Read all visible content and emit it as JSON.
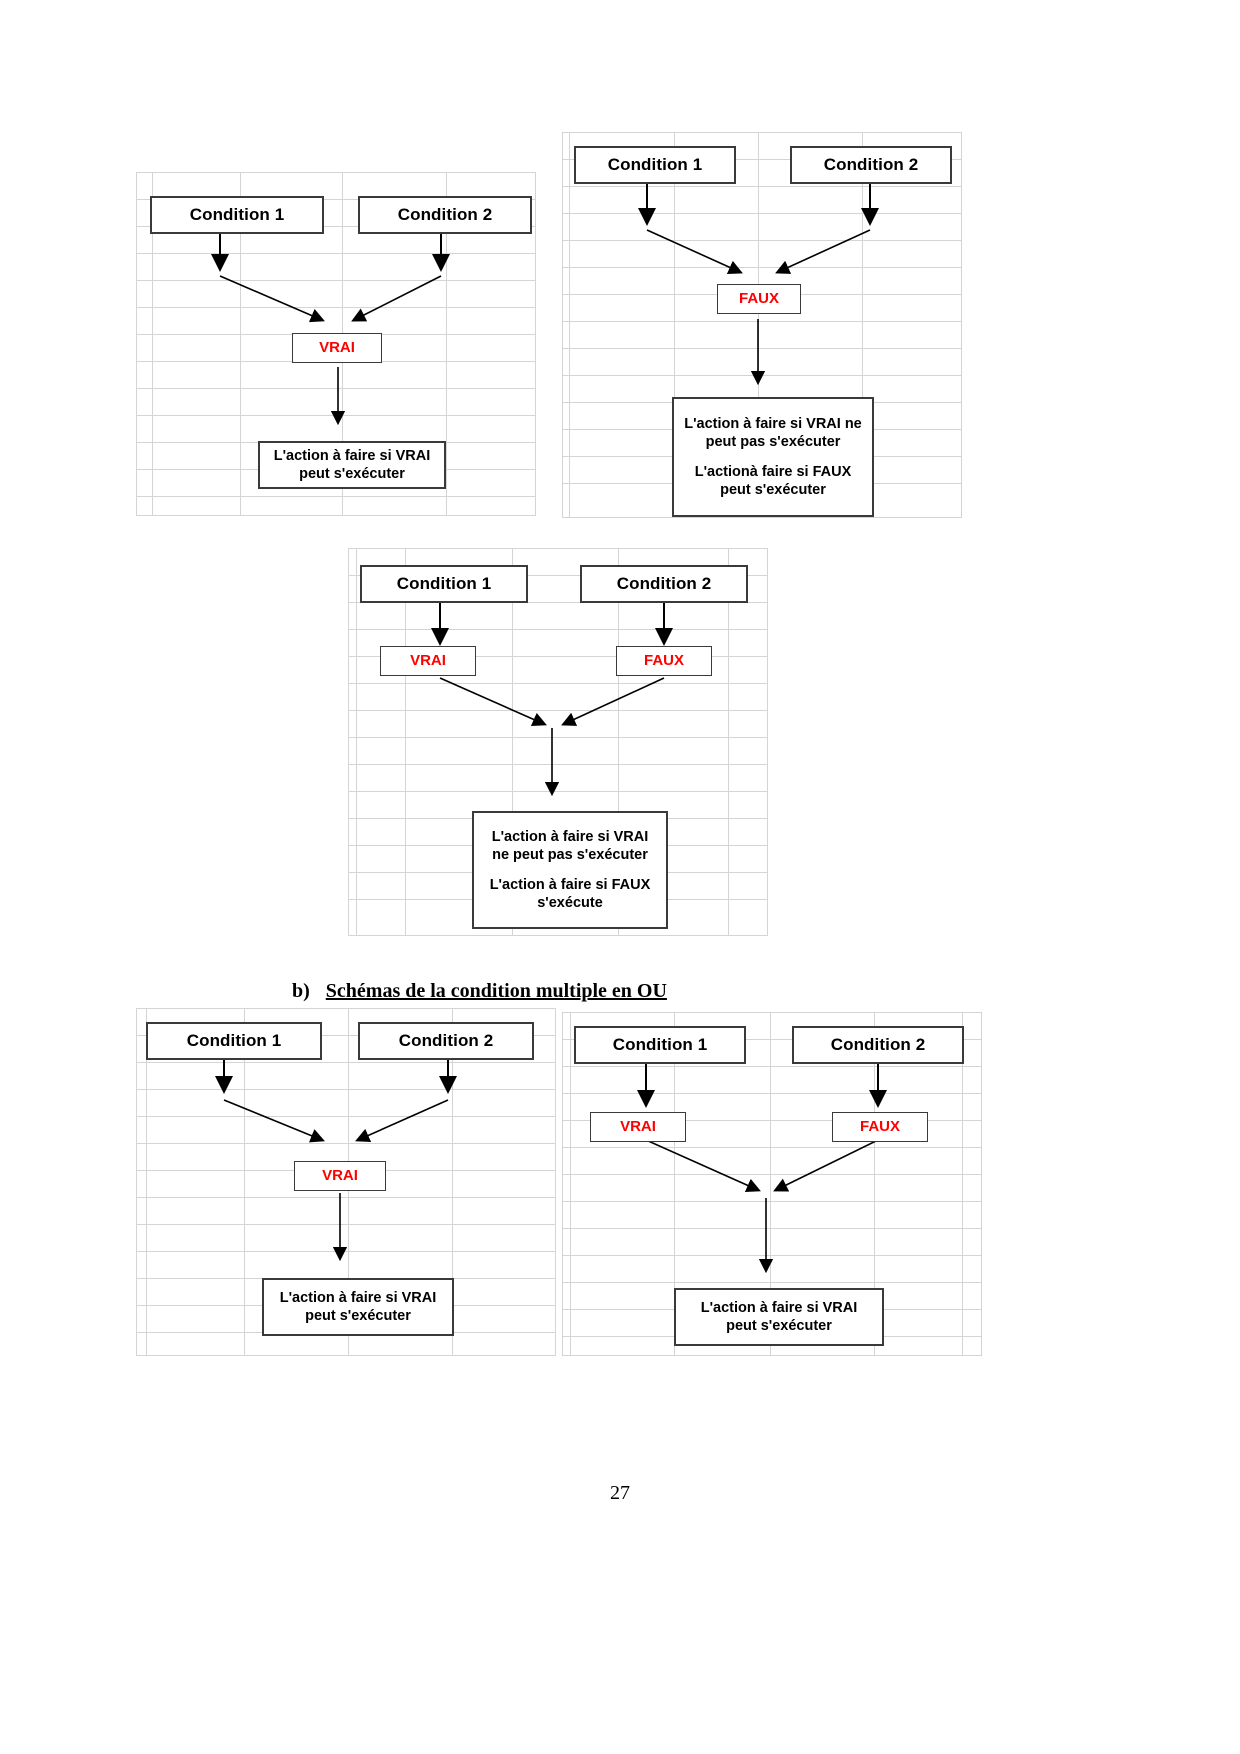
{
  "page": {
    "number": "27",
    "heading": {
      "label": "b)",
      "text": "Schémas de la condition multiple en OU"
    }
  },
  "labels": {
    "condition_1": "Condition 1",
    "condition_2": "Condition 2",
    "vrai": "VRAI",
    "faux": "FAUX"
  },
  "diagrams": [
    {
      "id": "et-vrai",
      "nodes": {
        "cond1": "Condition 1",
        "cond2": "Condition 2",
        "result": "VRAI",
        "action_line1": "L'action à faire si VRAI",
        "action_line2": "peut s'exécuter"
      }
    },
    {
      "id": "et-faux",
      "nodes": {
        "cond1": "Condition 1",
        "cond2": "Condition 2",
        "result": "FAUX",
        "action_line1": "L'action à faire si VRAI ne",
        "action_line2": "peut pas s'exécuter",
        "action_line3": "L'actionà faire si FAUX",
        "action_line4": "peut s'exécuter"
      }
    },
    {
      "id": "et-mixte",
      "nodes": {
        "cond1": "Condition 1",
        "cond2": "Condition 2",
        "result1": "VRAI",
        "result2": "FAUX",
        "action_line1": "L'action à faire si VRAI",
        "action_line2": "ne peut pas s'exécuter",
        "action_line3": "L'action à faire si FAUX",
        "action_line4": "s'exécute"
      }
    },
    {
      "id": "ou-vrai",
      "nodes": {
        "cond1": "Condition 1",
        "cond2": "Condition 2",
        "result": "VRAI",
        "action_line1": "L'action à faire si VRAI",
        "action_line2": "peut s'exécuter"
      }
    },
    {
      "id": "ou-mixte",
      "nodes": {
        "cond1": "Condition 1",
        "cond2": "Condition 2",
        "result1": "VRAI",
        "result2": "FAUX",
        "action_line1": "L'action à faire si VRAI",
        "action_line2": "peut  s'exécuter"
      }
    }
  ],
  "colors": {
    "boolean_text": "#ff0000",
    "box_border": "#3a3a3a",
    "grid_line": "#d4d4d4",
    "text": "#000000"
  }
}
